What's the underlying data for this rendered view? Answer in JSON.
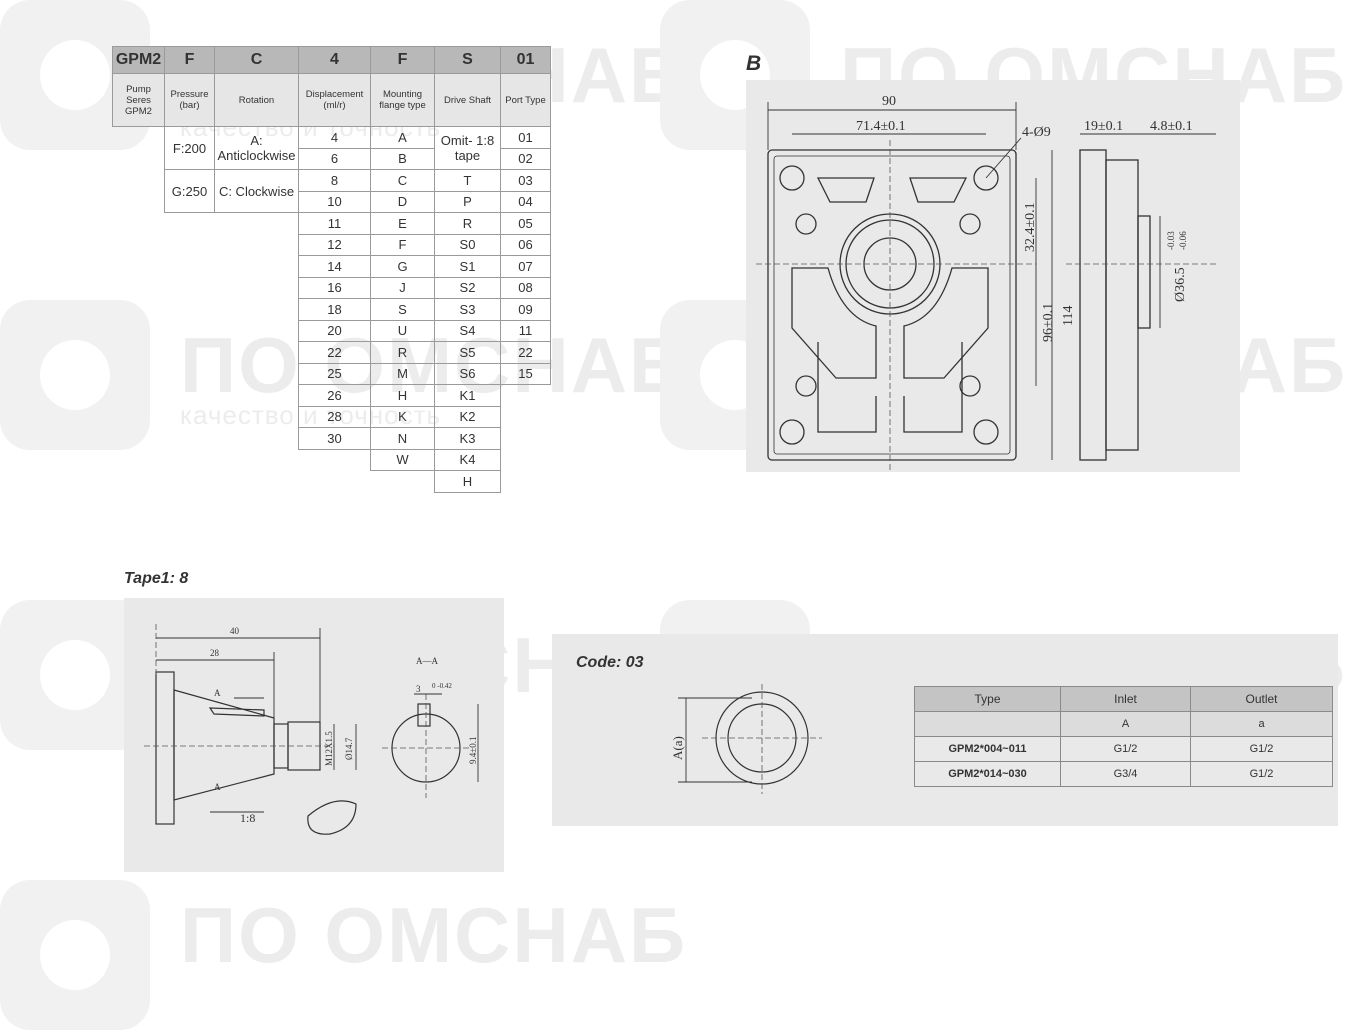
{
  "watermark": {
    "title": "ПО ОМСНАБ",
    "slogan": "качество и точность"
  },
  "order_code": {
    "header": [
      "GPM2",
      "F",
      "C",
      "4",
      "F",
      "S",
      "01"
    ],
    "subheader": [
      "Pump Seres GPM2",
      "Pressure (bar)",
      "Rotation",
      "Displacement (ml/r)",
      "Mounting flange type",
      "Drive Shaft",
      "Port Type"
    ],
    "pressure": [
      "F:200",
      "G:250"
    ],
    "rotation": [
      "A: Anticlockwise",
      "C: Clockwise"
    ],
    "displacement": [
      "4",
      "6",
      "8",
      "10",
      "11",
      "12",
      "14",
      "16",
      "18",
      "20",
      "22",
      "25",
      "26",
      "28",
      "30"
    ],
    "flange": [
      "A",
      "B",
      "C",
      "D",
      "E",
      "F",
      "G",
      "J",
      "S",
      "U",
      "R",
      "M",
      "H",
      "K",
      "N",
      "W"
    ],
    "shaft": [
      "Omit- 1:8 tape",
      "T",
      "P",
      "R",
      "S0",
      "S1",
      "S2",
      "S3",
      "S4",
      "S5",
      "S6",
      "K1",
      "K2",
      "K3",
      "K4",
      "H"
    ],
    "port": [
      "01",
      "02",
      "03",
      "04",
      "05",
      "06",
      "07",
      "08",
      "09",
      "11",
      "22",
      "15"
    ]
  },
  "flange_drawing": {
    "label": "B",
    "dims": {
      "width": "90",
      "hole_pitch": "71.4±0.1",
      "holes": "4-Ø9",
      "thickness": "19±0.1",
      "spigot": "4.8±0.1",
      "pitch_v": "32.4±0.1",
      "pitch_v2": "96±0.1",
      "height": "114",
      "pilot": "Ø36.5",
      "tol_upper": "-0.03",
      "tol_lower": "-0.06"
    }
  },
  "shaft_drawing": {
    "label": "Tape1: 8",
    "dims": {
      "len_total": "40",
      "len_taper": "28",
      "section_a": "A",
      "section_aa": "A—A",
      "key_width": "3",
      "key_tol": "0 -0.42",
      "thread": "M12X1.5",
      "dia": "Ø14.7",
      "key_depth": "9.4±0.1",
      "taper": "1:8"
    }
  },
  "port_drawing": {
    "label": "Code: 03",
    "dim": "A(a)",
    "table": {
      "headers": [
        "Type",
        "Inlet",
        "Outlet"
      ],
      "sub": [
        "",
        "A",
        "a"
      ],
      "rows": [
        [
          "GPM2*004~011",
          "G1/2",
          "G1/2"
        ],
        [
          "GPM2*014~030",
          "G3/4",
          "G1/2"
        ]
      ]
    }
  }
}
